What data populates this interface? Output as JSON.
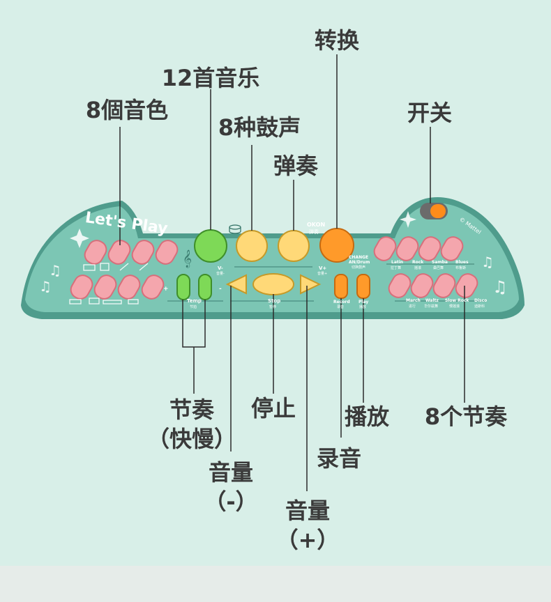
{
  "colors": {
    "background": "#d8efe8",
    "body": "#7cc6b4",
    "body_dark": "#4f9c8c",
    "white_key": "#f4a6ad",
    "green_button": "#7ed957",
    "yellow_button": "#ffd978",
    "orange_button": "#ff9a2a"
  },
  "brand": {
    "logo": "Let's Play",
    "okon": "OKON",
    "okon_cn": "弹奏",
    "mattel": "© Mattel",
    "change_line1": "CHANGE",
    "change_line2": "AN/Drum",
    "change_cn": "切换鼓声"
  },
  "panel_labels": {
    "v_minus": "V-",
    "v_minus_cn": "音量-",
    "v_plus": "V+",
    "v_plus_cn": "音量+",
    "tempo": "Temp",
    "tempo_cn": "节拍",
    "stop": "Stop",
    "stop_cn": "暂停",
    "record": "Record",
    "record_cn": "录音",
    "play": "Play",
    "play_cn": "播放",
    "plus": "+",
    "minus": "-"
  },
  "rhythm_labels_top": [
    {
      "en": "Latin",
      "cn": "拉丁舞"
    },
    {
      "en": "Rock",
      "cn": "摇滚"
    },
    {
      "en": "Samba",
      "cn": "桑巴舞"
    },
    {
      "en": "Blues",
      "cn": "布鲁斯"
    }
  ],
  "rhythm_labels_bottom": [
    {
      "en": "March",
      "cn": "进行"
    },
    {
      "en": "Waltz",
      "cn": "华尔兹舞"
    },
    {
      "en": "Slow Rock",
      "cn": "慢摇滚"
    },
    {
      "en": "Disco",
      "cn": "迪斯科"
    }
  ],
  "callouts": {
    "switch": "转换",
    "songs": "12首音乐",
    "tones": "8個音色",
    "drums": "8种鼓声",
    "play_mode": "弹奏",
    "power": "开关",
    "tempo_line1": "节奏",
    "tempo_line2": "（快慢）",
    "stop": "停止",
    "playback": "播放",
    "rhythms": "8个节奏",
    "vol_down_line1": "音量",
    "vol_down_line2": "（-）",
    "record": "录音",
    "vol_up_line1": "音量",
    "vol_up_line2": "（+）"
  }
}
